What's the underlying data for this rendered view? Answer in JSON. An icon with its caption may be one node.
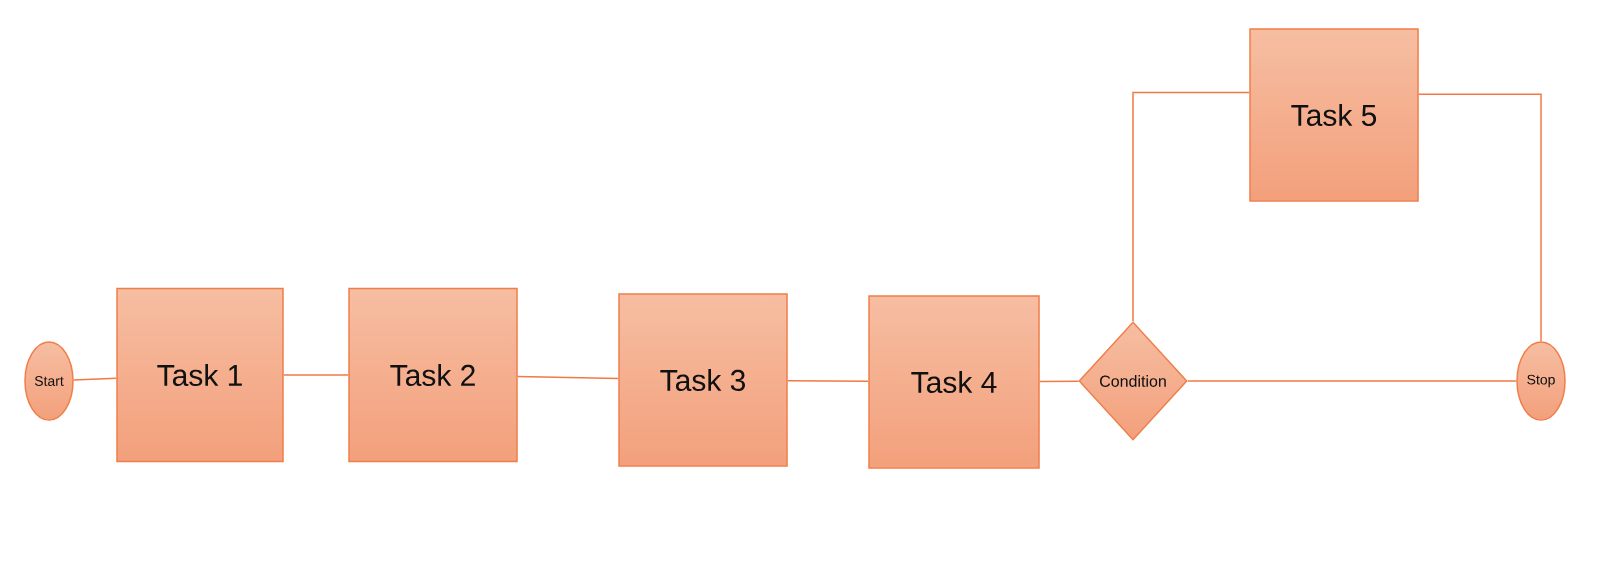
{
  "diagram": {
    "nodes": [
      {
        "text": [
          "Start"
        ]
      },
      {
        "text": [
          "Task 1"
        ]
      },
      {
        "text": [
          "Task 2"
        ]
      },
      {
        "text": [
          "Task 3"
        ]
      },
      {
        "text": [
          "Task 4"
        ]
      },
      {
        "text": [
          "Condition"
        ]
      },
      {
        "text": [
          "Task 5"
        ]
      },
      {
        "text": [
          "Stop"
        ]
      }
    ],
    "edges": [
      {
        "from": 0,
        "to": 1,
        "arrow": "none"
      },
      {
        "from": 1,
        "to": 2,
        "arrow": "none"
      },
      {
        "from": 2,
        "to": 3,
        "arrow": "none"
      },
      {
        "from": 3,
        "to": 4,
        "arrow": "none"
      },
      {
        "from": 4,
        "to": 5,
        "arrow": "none"
      },
      {
        "from": 5,
        "to": 6,
        "arrow": "none"
      },
      {
        "from": 6,
        "to": 7,
        "arrow": "none"
      },
      {
        "from": 5,
        "to": 7,
        "arrow": "none"
      }
    ]
  }
}
